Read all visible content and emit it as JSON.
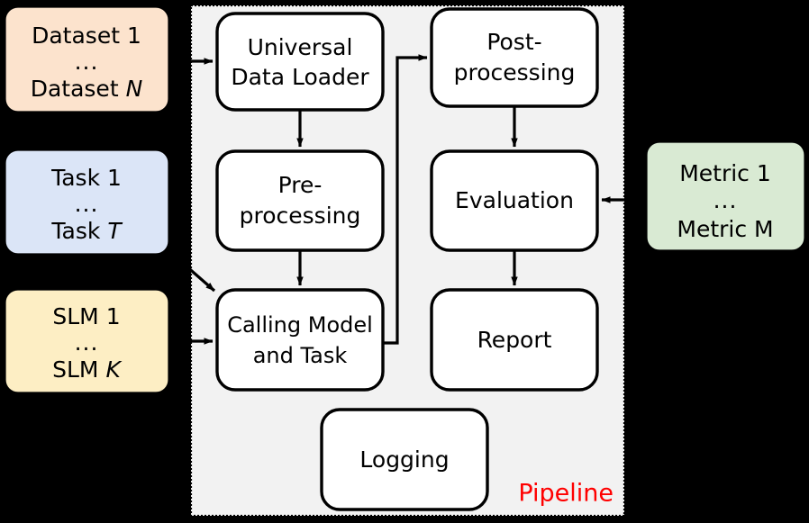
{
  "figure": {
    "background_color": "#000000",
    "pipeline_container": {
      "label": "Pipeline",
      "label_color": "#ff0000",
      "fill": "#f2f2f2",
      "border_style": "dotted"
    }
  },
  "inputs": [
    {
      "id": "datasets",
      "line1": "Dataset 1",
      "line2": "...",
      "line3": "Dataset N",
      "line3_italic_suffix": "N",
      "fill": "#fce3cd",
      "stroke": "#000000"
    },
    {
      "id": "tasks",
      "line1": "Task 1",
      "line2": "...",
      "line3": "Task T",
      "line3_italic_suffix": "T",
      "fill": "#dbe5f7",
      "stroke": "#000000"
    },
    {
      "id": "slms",
      "line1": "SLM 1",
      "line2": "...",
      "line3": "SLM K",
      "line3_italic_suffix": "K",
      "fill": "#fdeec4",
      "stroke": "#000000"
    }
  ],
  "right_inputs": [
    {
      "id": "metrics",
      "line1": "Metric 1",
      "line2": "...",
      "line3": "Metric M",
      "fill": "#d9ead3",
      "stroke": "#000000"
    }
  ],
  "pipeline_nodes": [
    {
      "id": "universal-data-loader",
      "line1": "Universal",
      "line2": "Data Loader"
    },
    {
      "id": "pre-processing",
      "line1": "Pre-",
      "line2": "processing"
    },
    {
      "id": "calling-model-and-task",
      "line1": "Calling Model",
      "line2": "and Task"
    },
    {
      "id": "post-processing",
      "line1": "Post-",
      "line2": "processing"
    },
    {
      "id": "evaluation",
      "line1": "Evaluation",
      "line2": ""
    },
    {
      "id": "report",
      "line1": "Report",
      "line2": ""
    },
    {
      "id": "logging",
      "line1": "Logging",
      "line2": ""
    }
  ],
  "connections": [
    {
      "from": "datasets",
      "to": "universal-data-loader",
      "style": "arrow"
    },
    {
      "from": "universal-data-loader",
      "to": "pre-processing",
      "style": "arrow"
    },
    {
      "from": "pre-processing",
      "to": "calling-model-and-task",
      "style": "arrow"
    },
    {
      "from": "tasks",
      "to": "calling-model-and-task",
      "style": "arrow"
    },
    {
      "from": "slms",
      "to": "calling-model-and-task",
      "style": "arrow"
    },
    {
      "from": "calling-model-and-task",
      "to": "post-processing",
      "style": "elbow-arrow"
    },
    {
      "from": "post-processing",
      "to": "evaluation",
      "style": "arrow"
    },
    {
      "from": "metrics",
      "to": "evaluation",
      "style": "arrow"
    },
    {
      "from": "evaluation",
      "to": "report",
      "style": "arrow"
    }
  ]
}
